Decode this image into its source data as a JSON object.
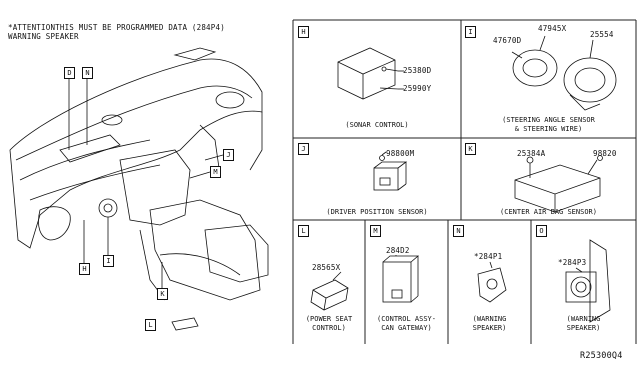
{
  "header": {
    "line1": "*ATTENTIONTHIS MUST BE PROGRAMMED DATA (284P4)",
    "line2": "WARNING SPEAKER"
  },
  "main_callouts": [
    "D",
    "N",
    "J",
    "M",
    "H",
    "I",
    "K",
    "L"
  ],
  "panels": {
    "H": {
      "tag": "H",
      "parts": [
        "25380D",
        "25990Y"
      ],
      "caption": "(SONAR CONTROL)"
    },
    "I": {
      "tag": "I",
      "parts": [
        "47670D",
        "47945X",
        "25554"
      ],
      "caption1": "(STEERING ANGLE SENSOR",
      "caption2": "& STEERING WIRE)"
    },
    "J": {
      "tag": "J",
      "parts": [
        "98800M"
      ],
      "caption": "(DRIVER POSITION SENSOR)"
    },
    "K": {
      "tag": "K",
      "parts": [
        "25384A",
        "98820"
      ],
      "caption": "(CENTER AIR BAG SENSOR)"
    },
    "L": {
      "tag": "L",
      "parts": [
        "28565X"
      ],
      "caption1": "(POWER SEAT",
      "caption2": "CONTROL)"
    },
    "M": {
      "tag": "M",
      "parts": [
        "284D2"
      ],
      "caption1": "(CONTROL ASSY-",
      "caption2": "CAN GATEWAY)"
    },
    "N": {
      "tag": "N",
      "parts": [
        "*284P1"
      ],
      "caption1": "(WARNING",
      "caption2": "SPEAKER)"
    },
    "O": {
      "tag": "O",
      "parts": [
        "*284P3"
      ],
      "caption1": "(WARNING",
      "caption2": "SPEAKER)"
    }
  },
  "footer_code": "R25300Q4"
}
